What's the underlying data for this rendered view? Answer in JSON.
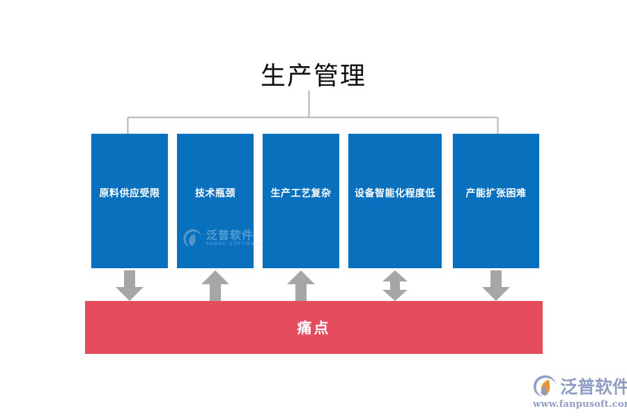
{
  "title": "生产管理",
  "connector": {
    "type": "bracket",
    "stroke_color": "#b3b3b3"
  },
  "boxes": {
    "fill_color": "#0870bd",
    "text_color": "#ffffff",
    "items": [
      {
        "label": "原料供应受限",
        "arrow": "down"
      },
      {
        "label": "技术瓶颈",
        "arrow": "up"
      },
      {
        "label": "生产工艺复杂",
        "arrow": "up"
      },
      {
        "label": "设备智能化程度低",
        "arrow": "up-down"
      },
      {
        "label": "产能扩张困难",
        "arrow": "down"
      }
    ]
  },
  "arrows": {
    "fill_color": "#a6a6a6"
  },
  "pain_bar": {
    "label": "痛点",
    "fill_color": "#e54d5e",
    "text_color": "#ffffff"
  },
  "watermark": {
    "cn": "泛普软件",
    "en": "FANPU SOFTWARE"
  },
  "logo": {
    "cn": "泛普软件",
    "url": "www.fanpusoft.com",
    "color": "#8f9dc4",
    "accent_color": "#e8963c"
  }
}
